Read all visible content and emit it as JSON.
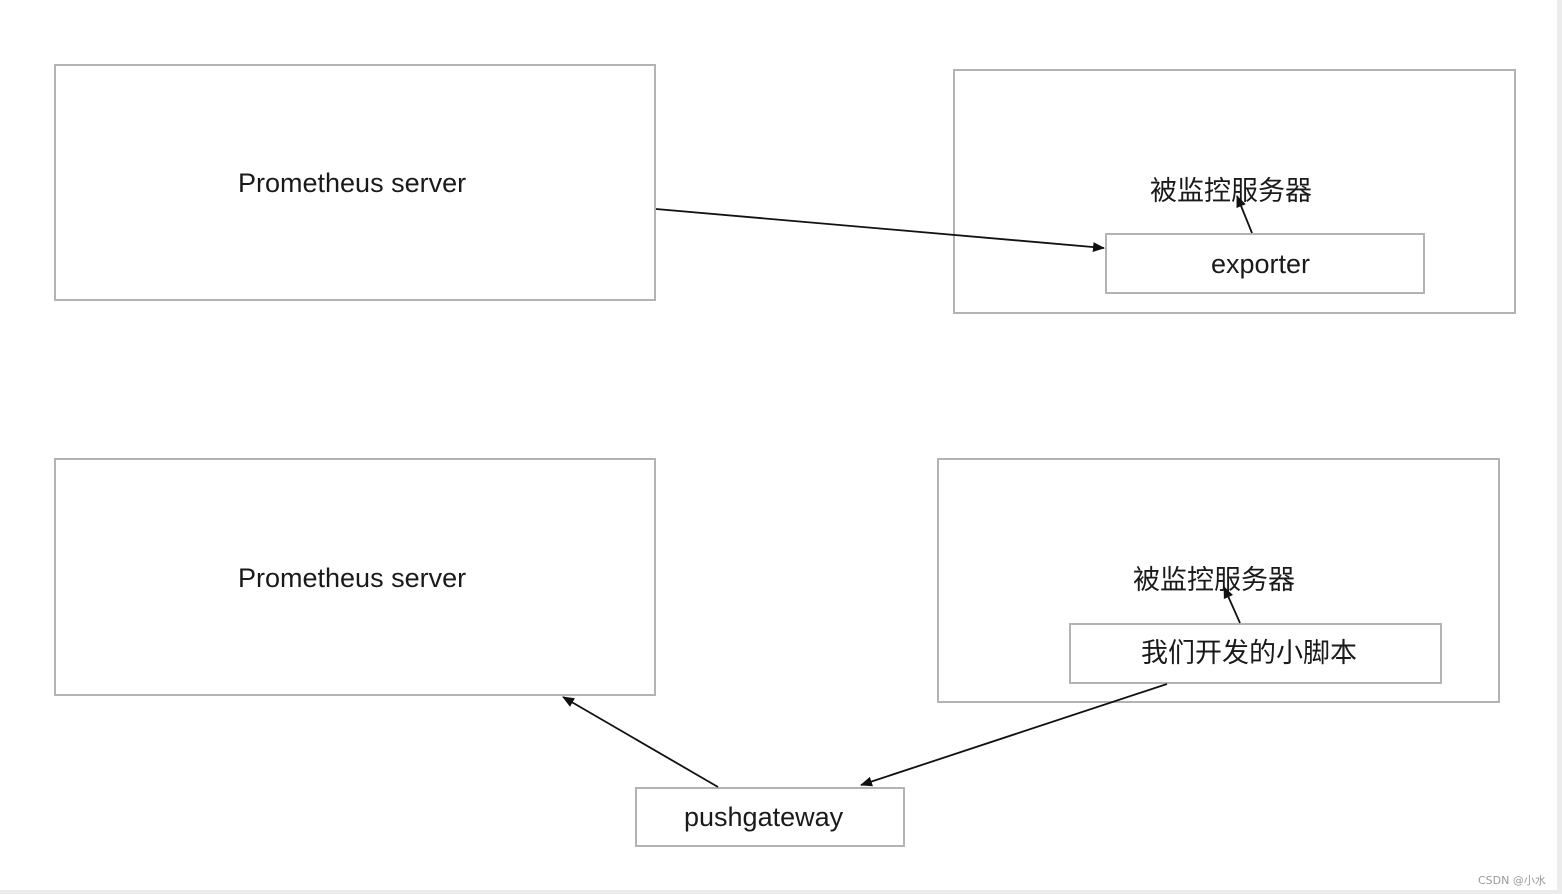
{
  "diagram": {
    "top_section": {
      "server_label": "Prometheus server",
      "monitored_server_label": "被监控服务器",
      "exporter_label": "exporter"
    },
    "bottom_section": {
      "server_label": "Prometheus server",
      "monitored_server_label": "被监控服务器",
      "script_label": "我们开发的小脚本",
      "pushgateway_label": "pushgateway"
    }
  },
  "watermark": "CSDN @小水",
  "colors": {
    "box_border": "#b3b3b3",
    "arrow": "#111111",
    "text": "#1a1a1a"
  }
}
